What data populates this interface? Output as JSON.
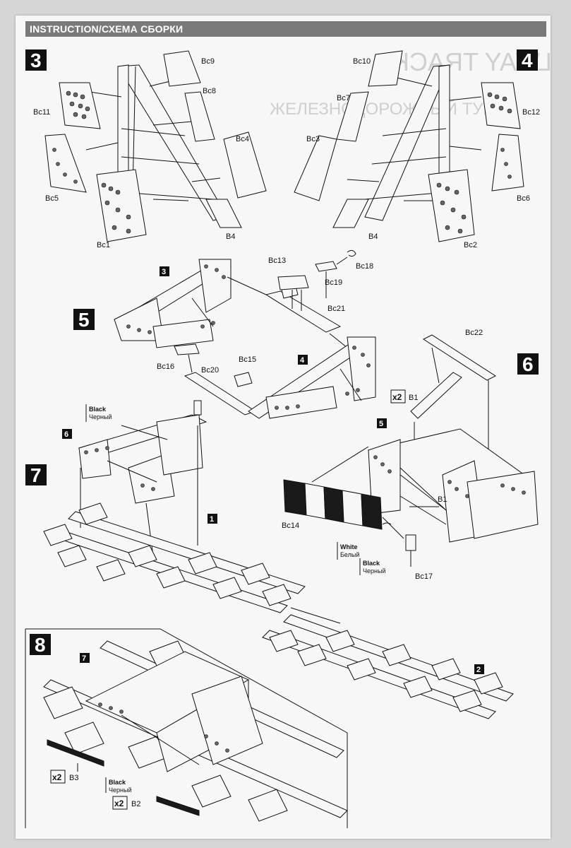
{
  "header": {
    "title": "INSTRUCTION/СХЕМА СБОРКИ"
  },
  "steps": {
    "s3": "3",
    "s4": "4",
    "s5": "5",
    "s6": "6",
    "s7": "7",
    "s8": "8"
  },
  "sub_refs": {
    "r3": "3",
    "r4": "4",
    "r6": "6",
    "r5": "5",
    "r1": "1",
    "r2": "2",
    "r7": "7"
  },
  "parts": {
    "bc9": "Bc9",
    "bc8": "Bc8",
    "bc11": "Bc11",
    "bc4": "Bc4",
    "bc5": "Bc5",
    "bc1": "Bc1",
    "b4a": "B4",
    "bc10": "Bc10",
    "bc7": "Bc7",
    "bc12": "Bc12",
    "bc3": "Bc3",
    "bc6": "Bc6",
    "bc2": "Bc2",
    "b4b": "B4",
    "bc13": "Bc13",
    "bc18": "Bc18",
    "bc19": "Bc19",
    "bc21": "Bc21",
    "bc16": "Bc16",
    "bc20": "Bc20",
    "bc15": "Bc15",
    "bc22": "Bc22",
    "b1a": "B1",
    "b1b": "B1",
    "bc14": "Bc14",
    "bc17": "Bc17",
    "b3": "B3",
    "b2": "B2"
  },
  "multipliers": {
    "m1": "x2",
    "m2": "x2",
    "m3": "x2"
  },
  "colors_callouts": {
    "black_en": "Black",
    "black_ru": "Черный",
    "white_en": "White",
    "white_ru": "Белый",
    "black2_en": "Black",
    "black2_ru": "Черный",
    "black3_en": "Black",
    "black3_ru": "Черный"
  },
  "ghost_text": {
    "g1": "RAILWAY TRACK",
    "g2": "ЖЕЛЕЗНОДОРОЖНЫЙ ТУПИК"
  },
  "palette": {
    "paper": "#f7f7f7",
    "ink": "#111111",
    "header_bar": "#7a7a7a",
    "background": "#d6d6d6"
  }
}
